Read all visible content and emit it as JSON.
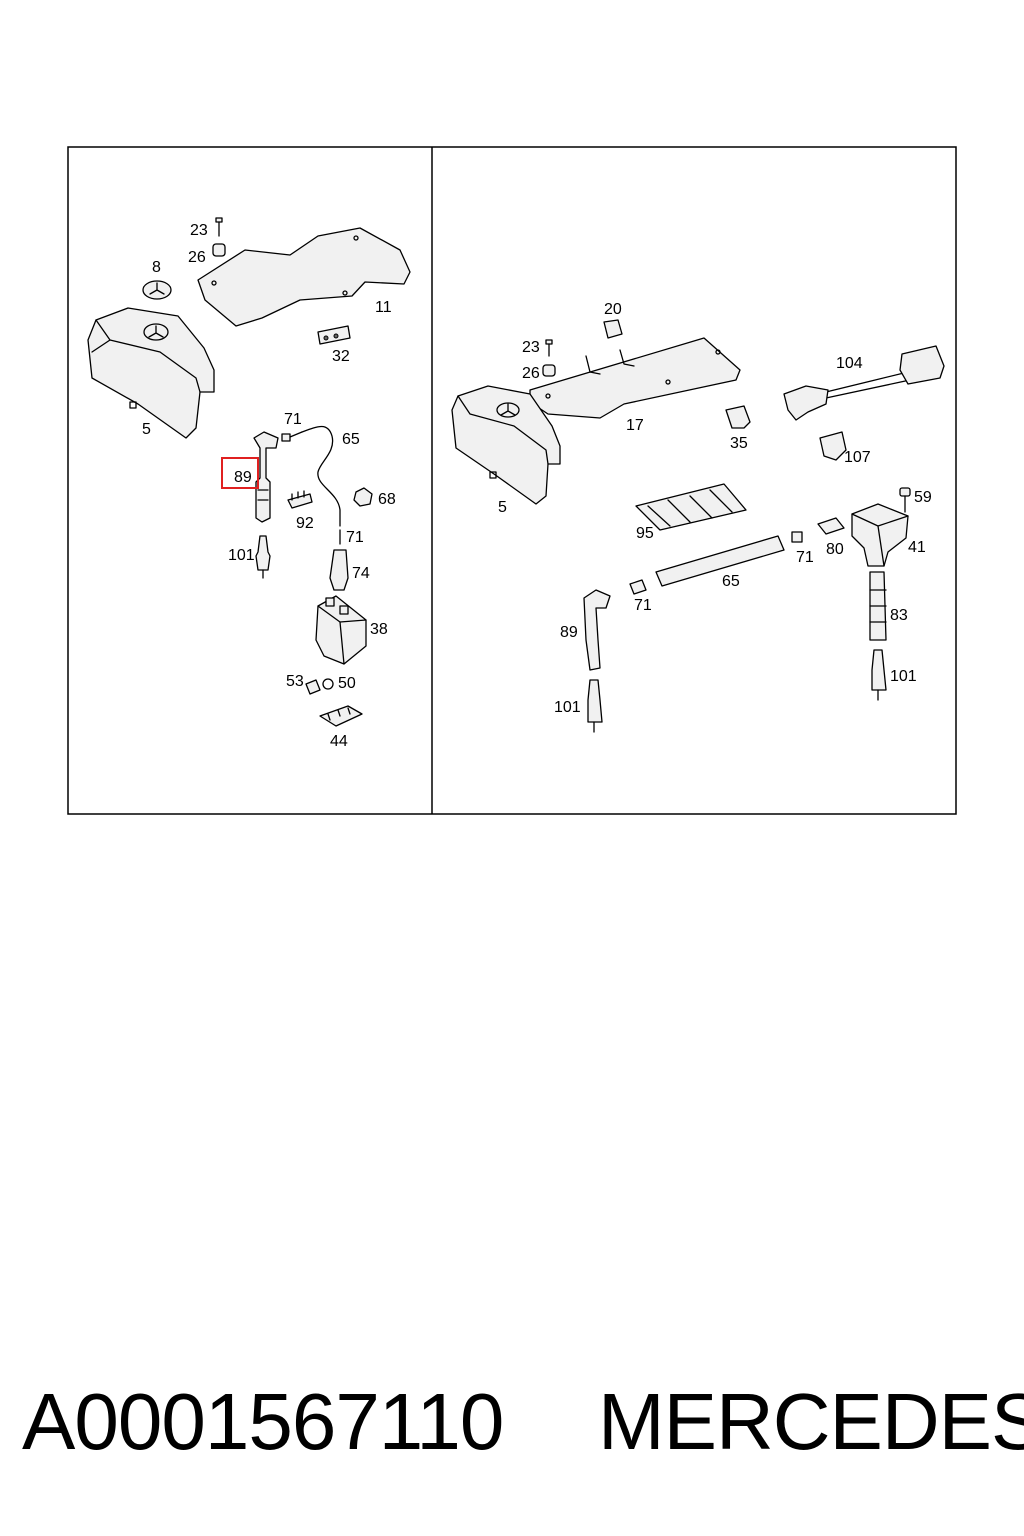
{
  "diagram": {
    "highlight_color": "#e02020",
    "highlighted_callout": "89",
    "left_panel": {
      "callouts": {
        "c23": "23",
        "c26": "26",
        "c8": "8",
        "c11": "11",
        "c32": "32",
        "c5": "5",
        "c71a": "71",
        "c65": "65",
        "c89": "89",
        "c68": "68",
        "c92": "92",
        "c71b": "71",
        "c101": "101",
        "c74": "74",
        "c38": "38",
        "c53": "53",
        "c50": "50",
        "c44": "44"
      }
    },
    "right_panel": {
      "callouts": {
        "c20": "20",
        "c23": "23",
        "c26": "26",
        "c104": "104",
        "c17": "17",
        "c35": "35",
        "c107": "107",
        "c5": "5",
        "c59": "59",
        "c95": "95",
        "c41": "41",
        "c80": "80",
        "c71a": "71",
        "c65": "65",
        "c71b": "71",
        "c83": "83",
        "c89": "89",
        "c101a": "101",
        "c101b": "101"
      }
    }
  },
  "caption": {
    "part_number": "A0001567110",
    "brand": "MERCEDES"
  }
}
